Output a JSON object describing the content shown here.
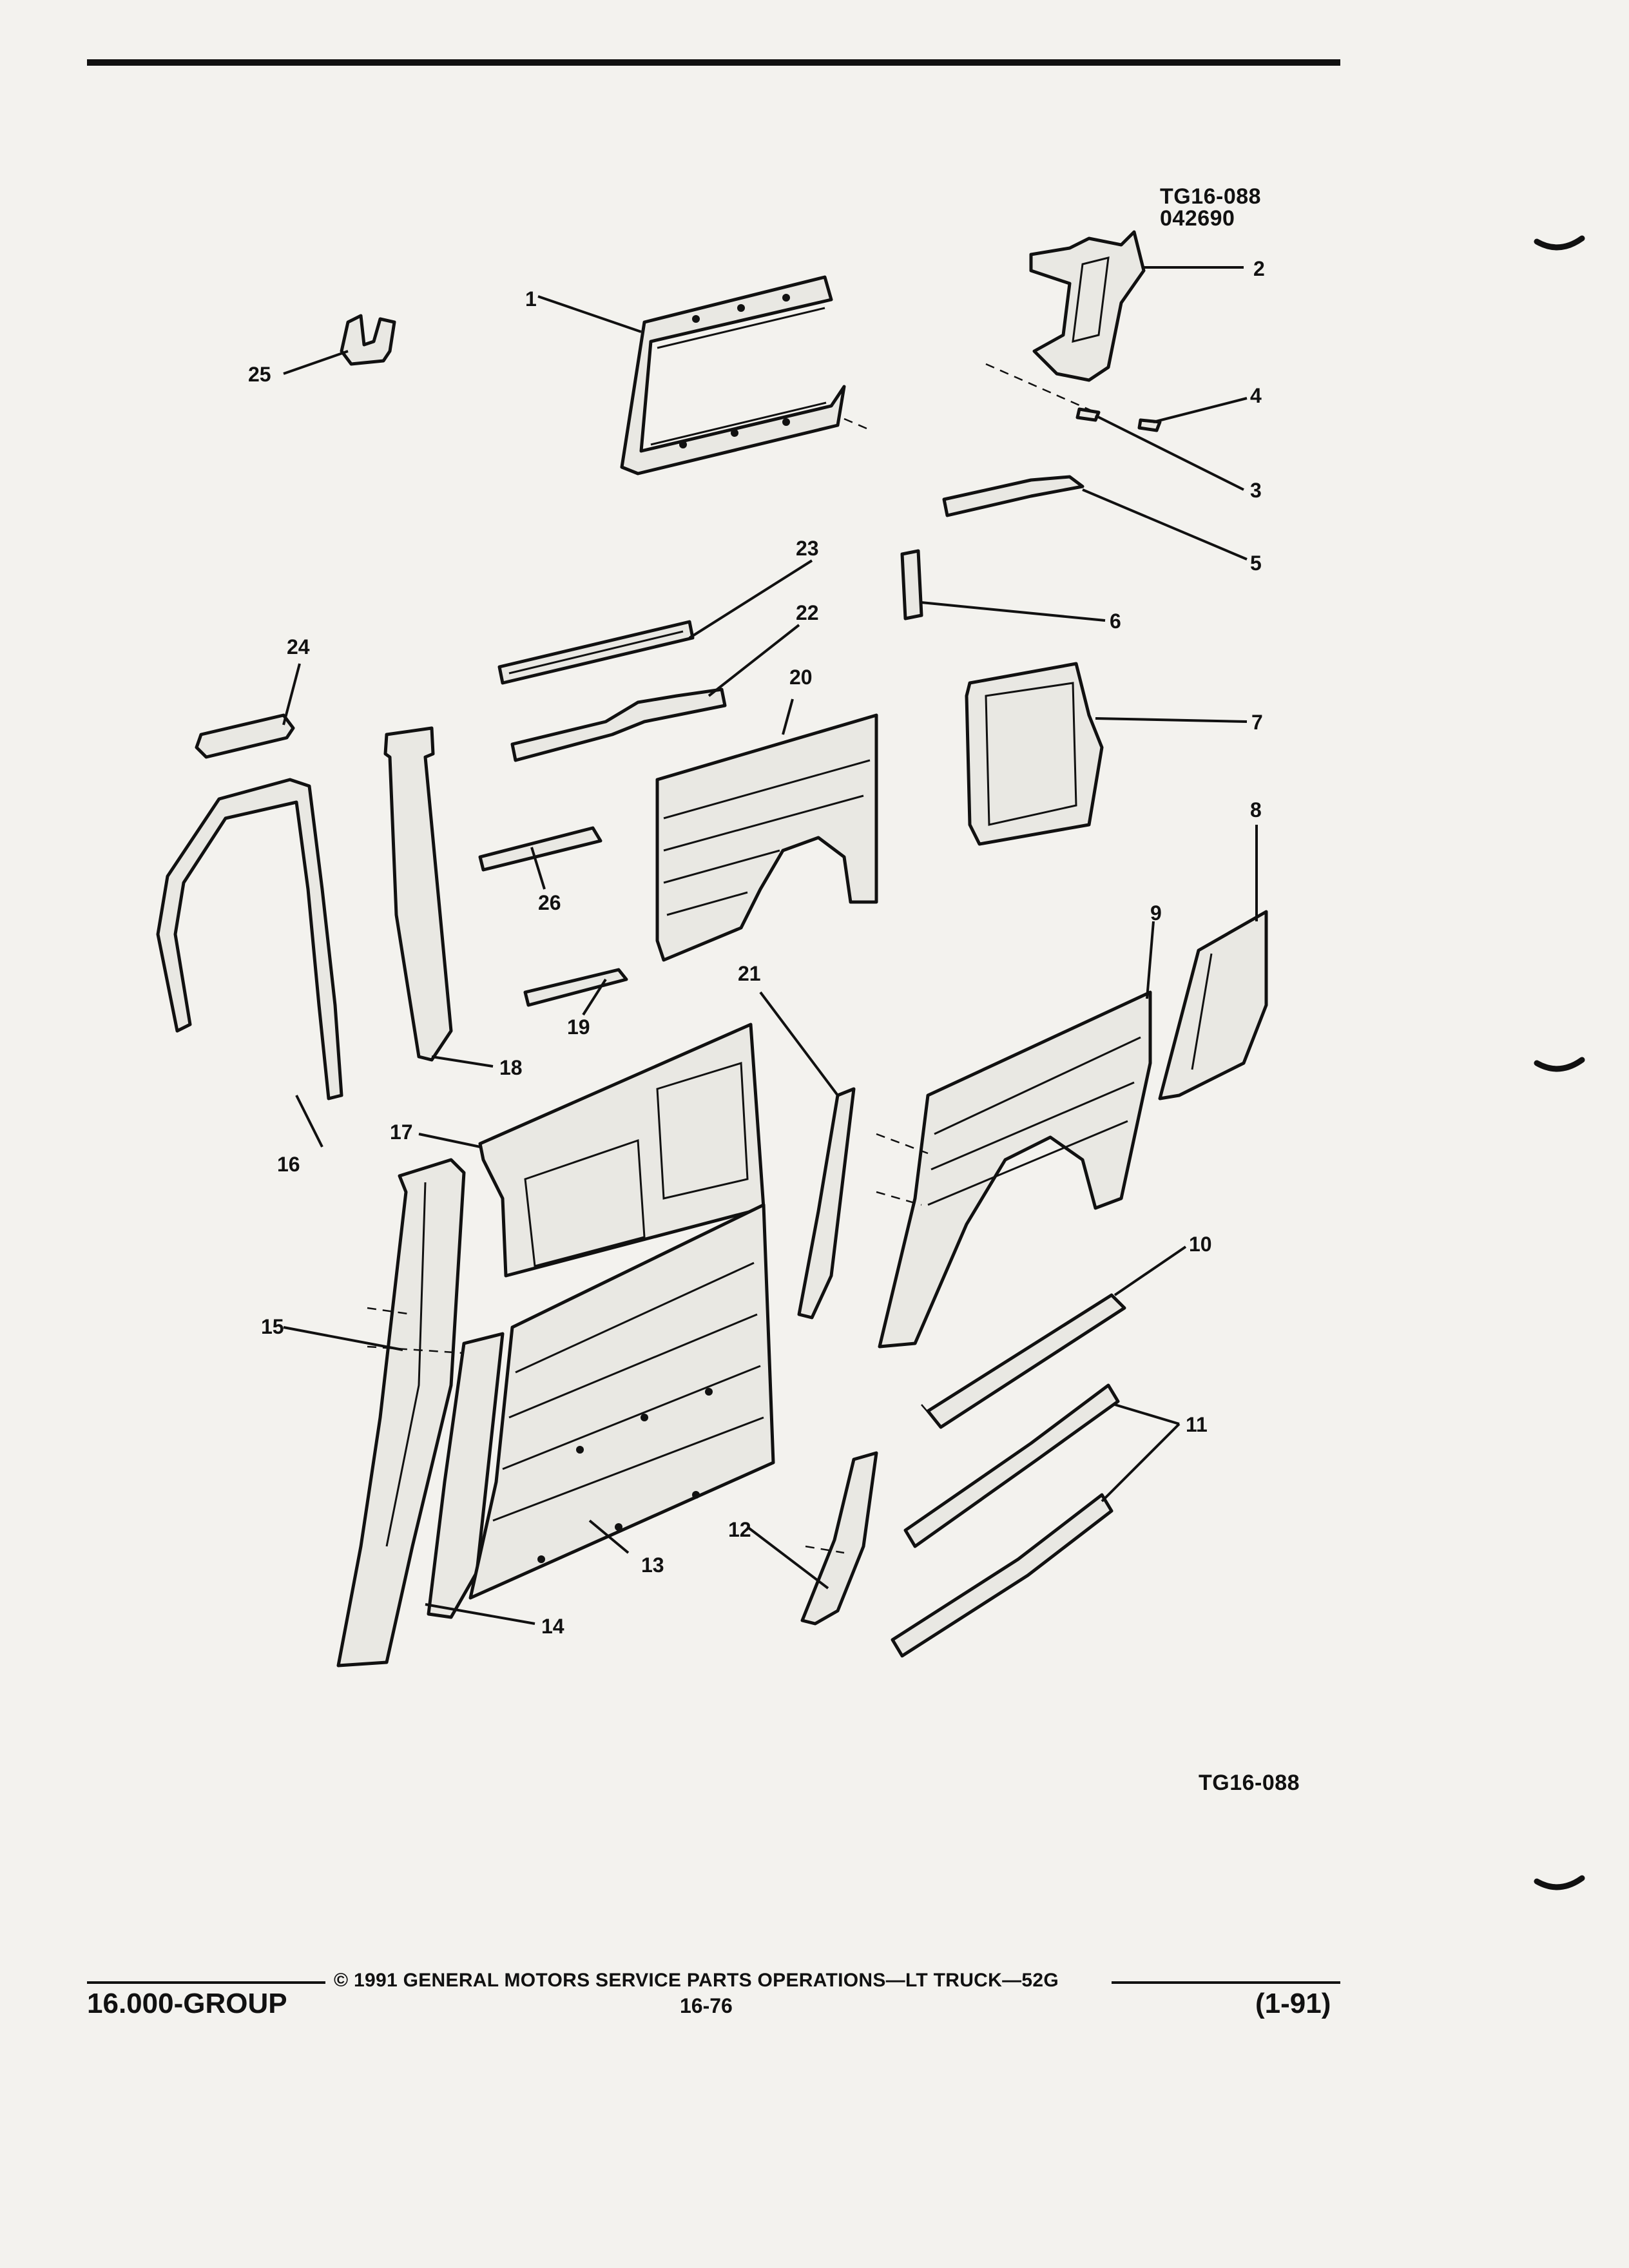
{
  "header": {
    "figure_id": "TG16-088",
    "figure_date": "042690"
  },
  "diagram": {
    "callouts": [
      "1",
      "2",
      "3",
      "4",
      "5",
      "6",
      "7",
      "8",
      "9",
      "10",
      "11",
      "12",
      "13",
      "14",
      "15",
      "16",
      "17",
      "18",
      "19",
      "20",
      "21",
      "22",
      "23",
      "24",
      "25",
      "26"
    ],
    "figure_id_bottom": "TG16-088"
  },
  "footer": {
    "copyright": "© 1991 GENERAL MOTORS SERVICE PARTS OPERATIONS—LT TRUCK—52G",
    "group": "16.000-GROUP",
    "page": "16-76",
    "date": "(1-91)"
  }
}
